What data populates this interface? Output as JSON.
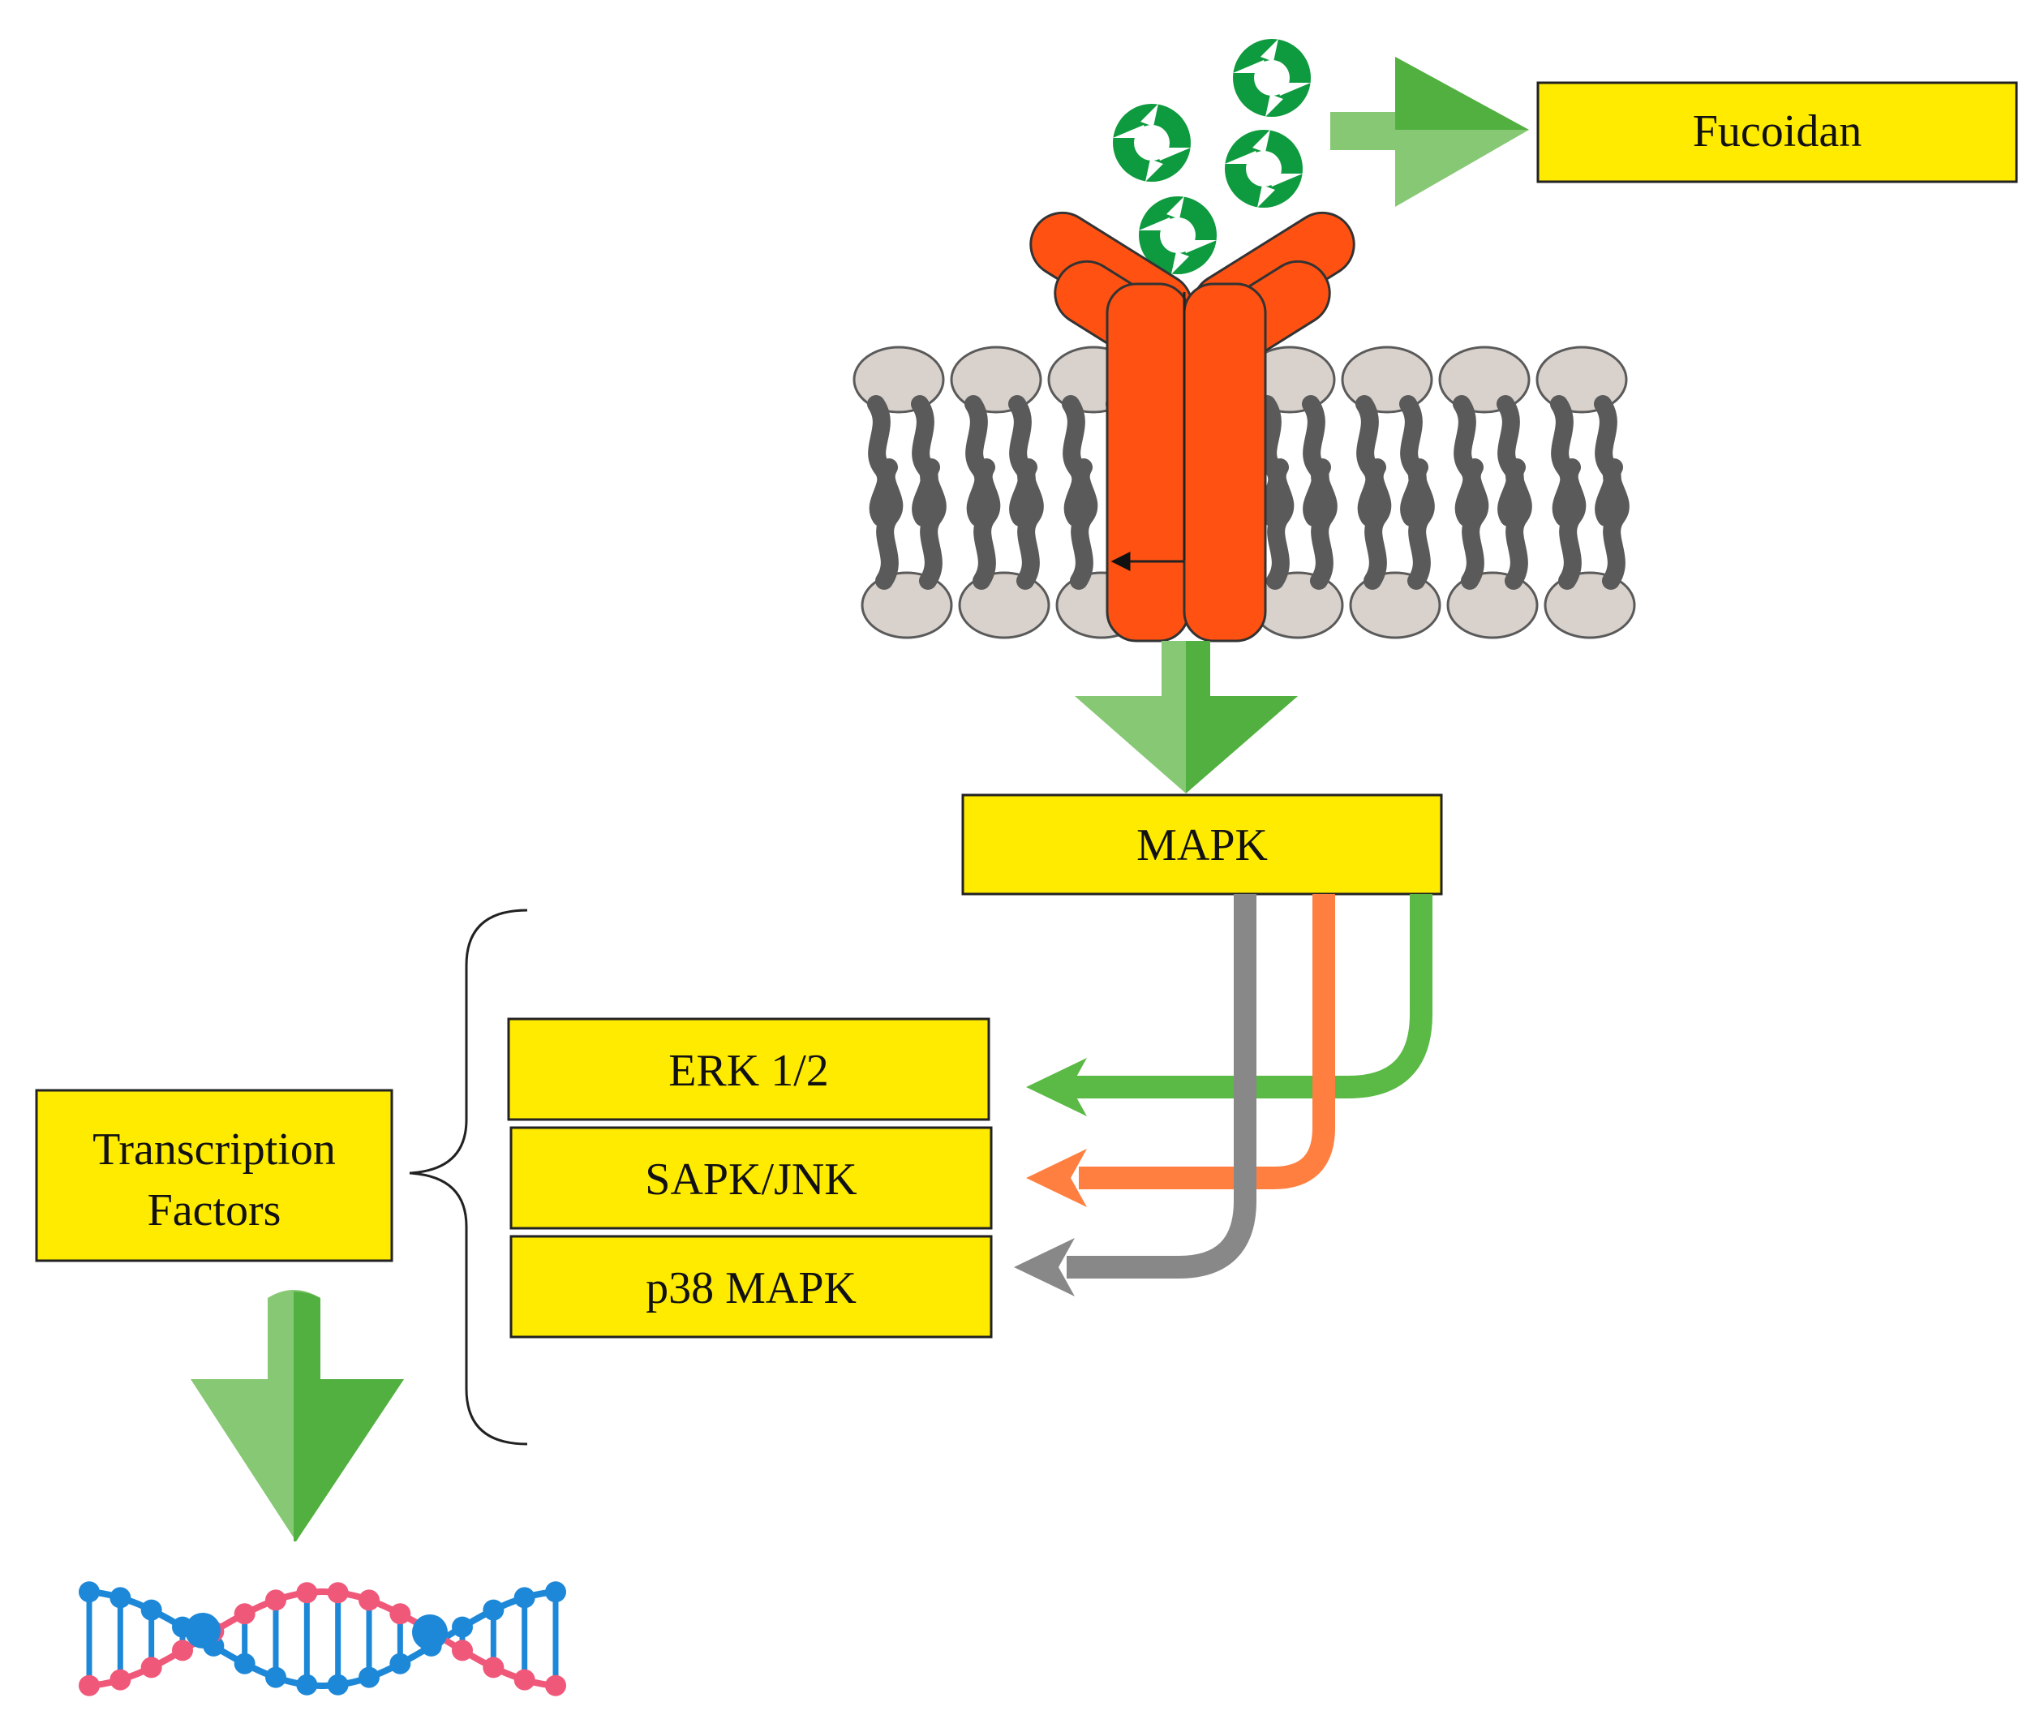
{
  "labels": {
    "fucoidan": "Fucoidan",
    "mapk": "MAPK",
    "erk": "ERK 1/2",
    "sapk": "SAPK/JNK",
    "p38": "p38 MAPK",
    "tf_line1": "Transcription",
    "tf_line2": "Factors"
  },
  "icons": {
    "ligand": "fucoidan-molecule-icon",
    "receptor": "receptor-icon",
    "membrane": "lipid-bilayer-icon",
    "dna": "dna-helix-icon"
  },
  "colors": {
    "box_fill": "#FFEB00",
    "box_stroke": "#222222",
    "arrow_green_light": "#86C873",
    "arrow_green_dark": "#52B040",
    "receptor": "#FF5212",
    "lipid": "#D8D1CC",
    "lipid_stroke": "#5A5A5A",
    "ligand": "#0E9A3E",
    "path_green": "#5BB946",
    "path_orange": "#FF7F40",
    "path_gray": "#888888",
    "dna_blue": "#1E88D8",
    "dna_pink": "#F0587A"
  }
}
